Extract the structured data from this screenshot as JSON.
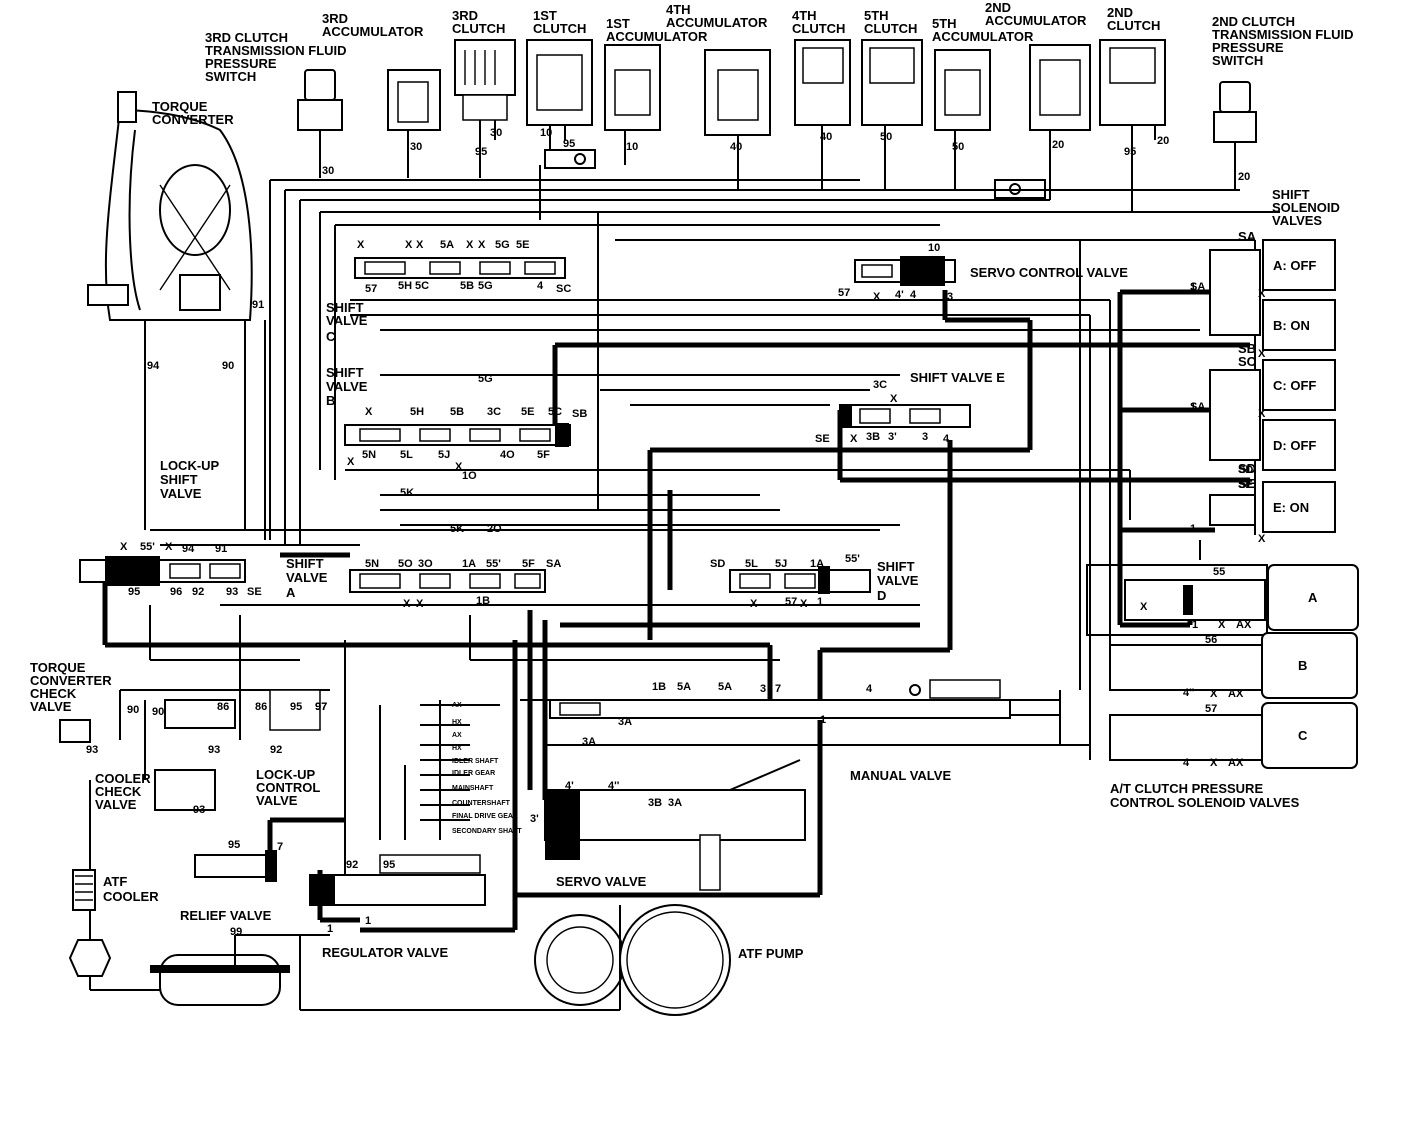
{
  "components": {
    "clutch3_pressure_switch": [
      "3RD CLUTCH",
      "TRANSMISSION FLUID",
      "PRESSURE",
      "SWITCH"
    ],
    "accumulator3": [
      "3RD",
      "ACCUMULATOR"
    ],
    "clutch3": [
      "3RD",
      "CLUTCH"
    ],
    "clutch1": [
      "1ST",
      "CLUTCH"
    ],
    "accumulator1": [
      "1ST",
      "ACCUMULATOR"
    ],
    "accumulator4": [
      "4TH",
      "ACCUMULATOR"
    ],
    "clutch4": [
      "4TH",
      "CLUTCH"
    ],
    "clutch5": [
      "5TH",
      "CLUTCH"
    ],
    "accumulator5": [
      "5TH",
      "ACCUMULATOR"
    ],
    "accumulator2": [
      "2ND",
      "ACCUMULATOR"
    ],
    "clutch2": [
      "2ND",
      "CLUTCH"
    ],
    "clutch2_pressure_switch": [
      "2ND CLUTCH",
      "TRANSMISSION FLUID",
      "PRESSURE",
      "SWITCH"
    ],
    "torque_converter": [
      "TORQUE",
      "CONVERTER"
    ],
    "shift_solenoid_valves": [
      "SHIFT",
      "SOLENOID",
      "VALVES"
    ],
    "servo_control_valve": "SERVO CONTROL VALVE",
    "shift_valve_c": [
      "SHIFT",
      "VALVE",
      "C"
    ],
    "shift_valve_b": [
      "SHIFT",
      "VALVE",
      "B"
    ],
    "shift_valve_e": "SHIFT VALVE E",
    "lockup_shift_valve": [
      "LOCK-UP",
      "SHIFT",
      "VALVE"
    ],
    "shift_valve_a": [
      "SHIFT",
      "VALVE",
      "A"
    ],
    "shift_valve_d": [
      "SHIFT",
      "VALVE",
      "D"
    ],
    "torque_converter_check_valve": [
      "TORQUE",
      "CONVERTER",
      "CHECK",
      "VALVE"
    ],
    "cooler_check_valve": [
      "COOLER",
      "CHECK",
      "VALVE"
    ],
    "lockup_control_valve": [
      "LOCK-UP",
      "CONTROL",
      "VALVE"
    ],
    "manual_valve": "MANUAL VALVE",
    "at_clutch_pressure_solenoids": [
      "A/T CLUTCH PRESSURE",
      "CONTROL SOLENOID VALVES"
    ],
    "atf_cooler": [
      "ATF",
      "COOLER"
    ],
    "relief_valve": "RELIEF VALVE",
    "regulator_valve": "REGULATOR VALVE",
    "servo_valve": "SERVO VALVE",
    "atf_pump": "ATF PUMP"
  },
  "solenoids": [
    {
      "label": "A: OFF",
      "tag": "SA"
    },
    {
      "label": "B: ON",
      "tag": "SB"
    },
    {
      "label": "C: OFF",
      "tag": "SC"
    },
    {
      "label": "D: OFF",
      "tag": "SD"
    },
    {
      "label": "E: ON",
      "tag": "SE"
    }
  ],
  "pressure_solenoids": [
    "A",
    "B",
    "C"
  ],
  "tiny_labels": [
    "AX",
    "HX",
    "AX",
    "HX",
    "IDLER SHAFT",
    "IDLER GEAR",
    "MAINSHAFT",
    "COUNTERSHAFT",
    "FINAL DRIVE GEAR",
    "SECONDARY SHAFT"
  ],
  "port_codes": {
    "top": [
      "30",
      "95",
      "30",
      "10",
      "95",
      "10",
      "40",
      "40",
      "50",
      "50",
      "20",
      "95",
      "20",
      "30",
      "20",
      "91"
    ],
    "upper_mid": [
      "X",
      "X",
      "X",
      "5A",
      "X",
      "X",
      "5G",
      "5E",
      "57",
      "5H",
      "5C",
      "5B",
      "5G",
      "4",
      "SC",
      "10",
      "57",
      "X",
      "4'",
      "4",
      "3",
      "SA",
      "X",
      "SB",
      "X"
    ],
    "mid": [
      "X",
      "5H",
      "5B",
      "3C",
      "5E",
      "5C",
      "SB",
      "5G",
      "3C",
      "X",
      "SE",
      "X",
      "3B",
      "3'",
      "3",
      "4",
      "X",
      "5N",
      "5L",
      "5J",
      "4O",
      "5F",
      "X",
      "1O",
      "5K",
      "5K",
      "2O",
      "1",
      "1",
      "SD",
      "X",
      "SE",
      "1",
      "X"
    ],
    "lower_mid": [
      "55'",
      "X",
      "X",
      "94",
      "91",
      "97",
      "95",
      "96",
      "92",
      "93",
      "SE",
      "5N",
      "5O",
      "3O",
      "1A",
      "55'",
      "5F",
      "SA",
      "1B",
      "X",
      "X",
      "SD",
      "5L",
      "5J",
      "1A",
      "55'",
      "X",
      "57",
      "X",
      "1",
      "55",
      "X",
      "1",
      "X",
      "AX",
      "56",
      "4''",
      "X",
      "AX",
      "57",
      "4",
      "X",
      "AX"
    ],
    "lower": [
      "94",
      "90",
      "90",
      "90",
      "86",
      "95",
      "97",
      "93",
      "93",
      "92",
      "93",
      "1B",
      "5A",
      "5A",
      "3",
      "7",
      "4",
      "1",
      "3A",
      "3A",
      "4'",
      "4''",
      "3B",
      "3A",
      "95",
      "7",
      "92",
      "95",
      "99",
      "1",
      "1",
      "3'"
    ]
  }
}
